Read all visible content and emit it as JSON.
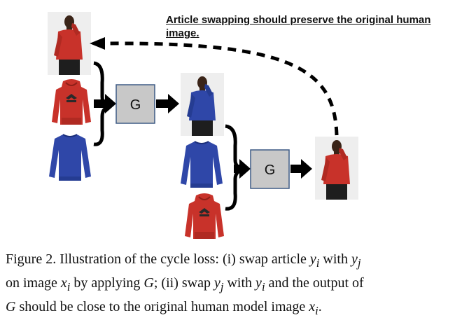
{
  "figure": {
    "annotation": "Article swapping should preserve the original human image.",
    "generator_label": "G",
    "garment_logo_text": "adidas"
  },
  "caption": {
    "prefix": "Figure 2. Illustration of the cycle loss: (i) swap article ",
    "var_yi": "y",
    "sub_i": "i",
    "with": " with ",
    "var_yj": "y",
    "sub_j": "j",
    "line2_a": "on image ",
    "var_xi": "x",
    "line2_b": " by applying ",
    "var_G": "G",
    "line2_c": "; (ii) swap ",
    "line2_d": " with ",
    "line2_e": " and the output of",
    "line3_a": " should be close to the original human model image ",
    "line3_end": "."
  },
  "colors": {
    "red": "#c8322a",
    "blue": "#2f47a8",
    "gbox_fill": "#c8c8c8",
    "gbox_border": "#3e5b86"
  }
}
